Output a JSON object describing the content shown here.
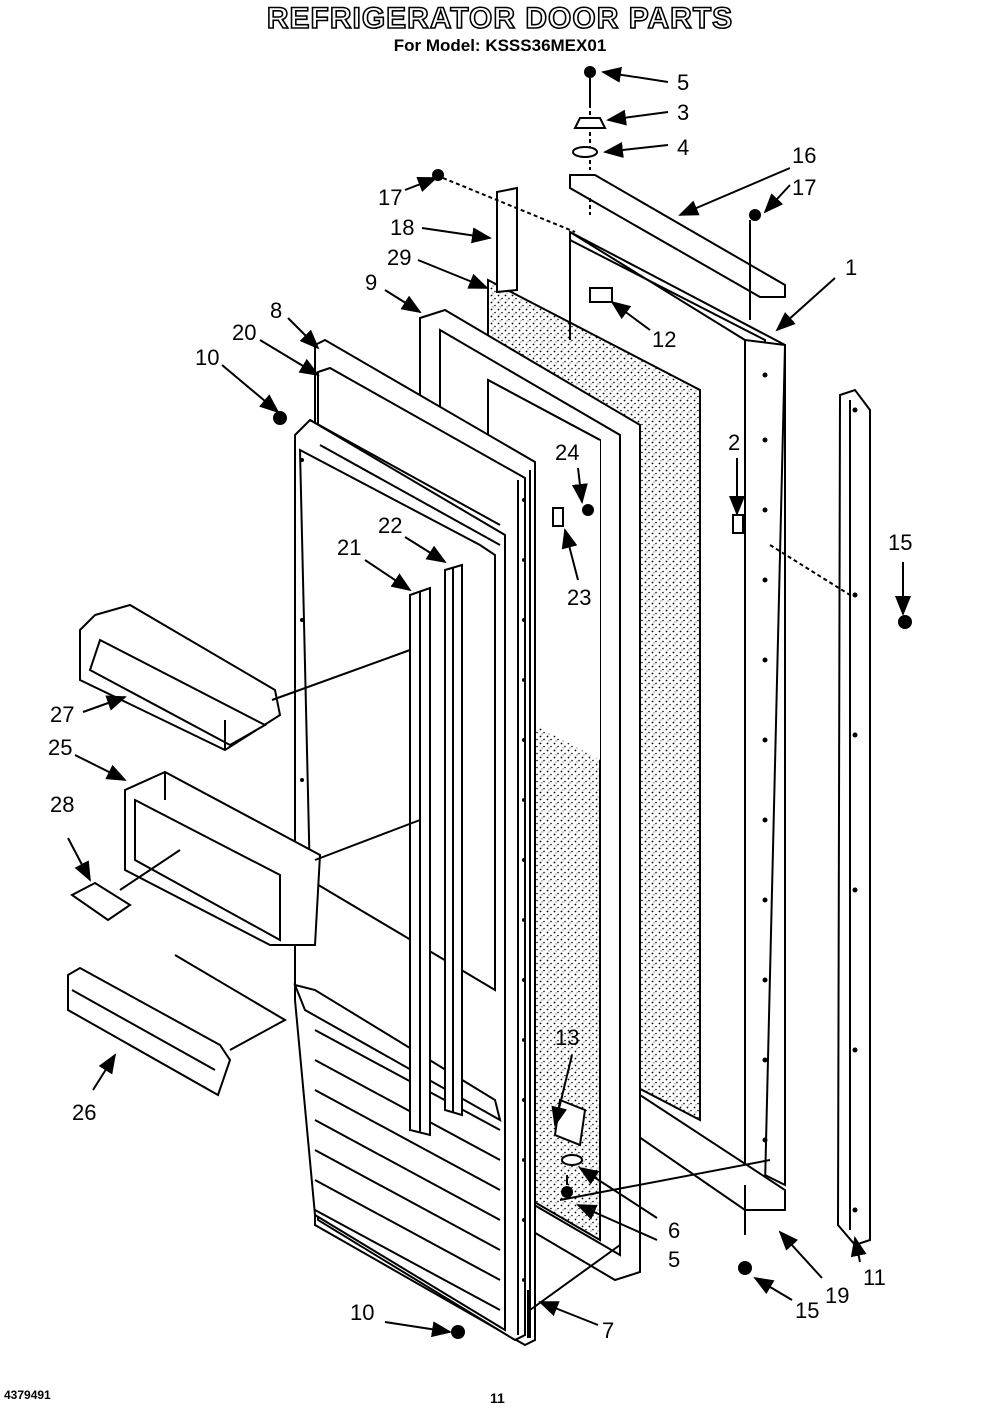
{
  "header": {
    "title": "REFRIGERATOR DOOR PARTS",
    "subtitle": "For Model: KSSS36MEX01"
  },
  "callouts": {
    "c5a": "5",
    "c3": "3",
    "c4": "4",
    "c16": "16",
    "c17a": "17",
    "c17b": "17",
    "c18": "18",
    "c29": "29",
    "c9": "9",
    "c1": "1",
    "c12": "12",
    "c8": "8",
    "c20": "20",
    "c10a": "10",
    "c2": "2",
    "c24": "24",
    "c15a": "15",
    "c22": "22",
    "c21": "21",
    "c23": "23",
    "c27": "27",
    "c25": "25",
    "c28": "28",
    "c26": "26",
    "c13": "13",
    "c6": "6",
    "c5b": "5",
    "c11": "11",
    "c19": "19",
    "c15b": "15",
    "c10b": "10",
    "c7": "7"
  },
  "footer": {
    "doc_number": "4379491",
    "page_number": "11"
  }
}
